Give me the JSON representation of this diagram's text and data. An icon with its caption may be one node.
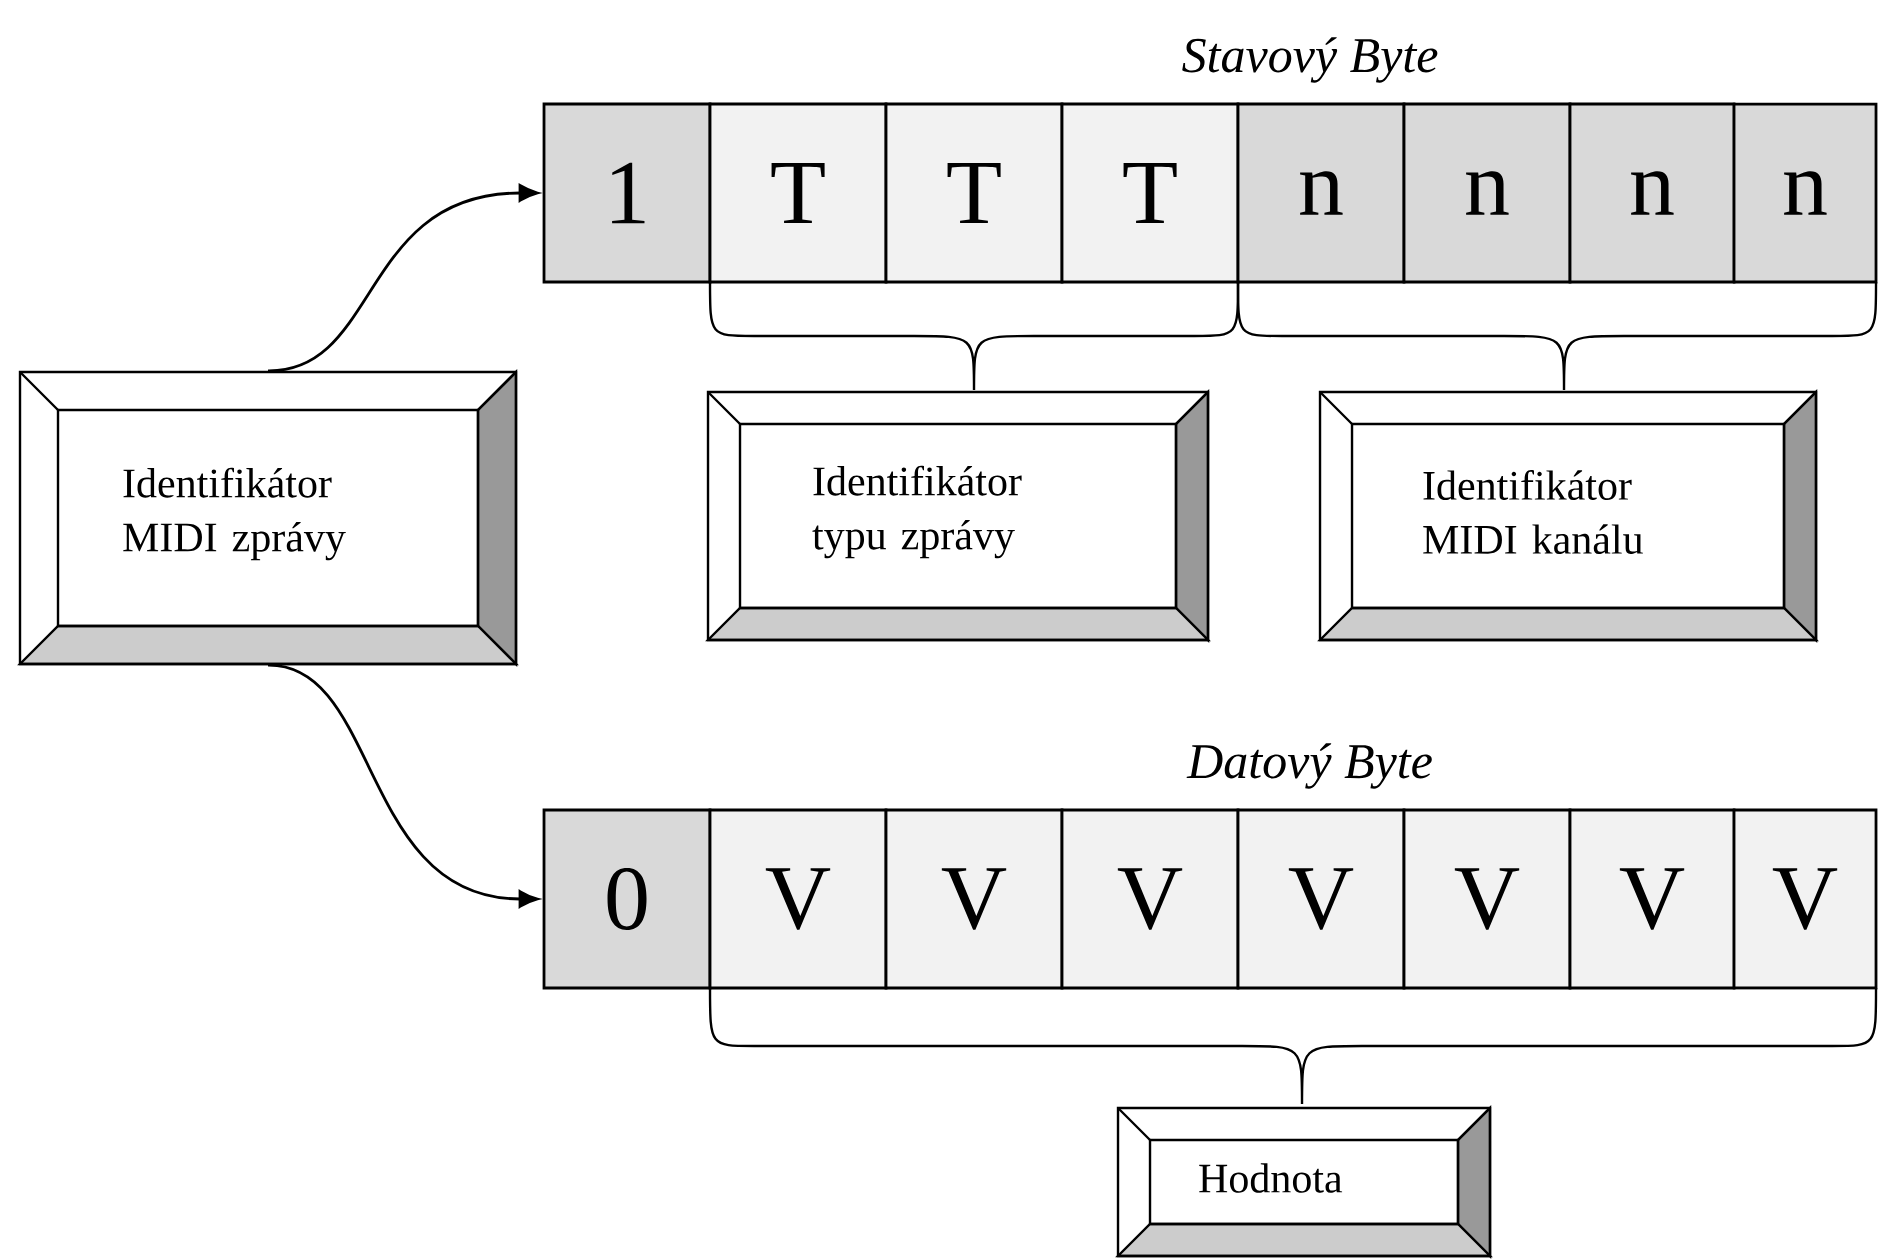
{
  "diagram": {
    "nodes": [
      {
        "text": [
          "1"
        ]
      },
      {
        "text": [
          "T"
        ]
      },
      {
        "text": [
          "T"
        ]
      },
      {
        "text": [
          "T"
        ]
      },
      {
        "text": [
          "n"
        ]
      },
      {
        "text": [
          "n"
        ]
      },
      {
        "text": [
          "n"
        ]
      },
      {
        "text": [
          "n"
        ]
      },
      {
        "text": [
          "Identifikátor MIDI zprávy"
        ]
      },
      {
        "text": [
          "Identifikátor typu zprávy"
        ]
      },
      {
        "text": [
          "Identifikátor MIDI kanálu"
        ]
      },
      {
        "text": [
          "0"
        ]
      },
      {
        "text": [
          "V"
        ]
      },
      {
        "text": [
          "V"
        ]
      },
      {
        "text": [
          "V"
        ]
      },
      {
        "text": [
          "V"
        ]
      },
      {
        "text": [
          "V"
        ]
      },
      {
        "text": [
          "V"
        ]
      },
      {
        "text": [
          "V"
        ]
      },
      {
        "text": [
          "Hodnota"
        ]
      }
    ],
    "edges": [
      {
        "from": 8,
        "to": 0,
        "arrow": "to"
      },
      {
        "from": 8,
        "to": 11,
        "arrow": "to"
      }
    ],
    "labels": [
      "Stavový Byte",
      "Datový Byte"
    ]
  }
}
